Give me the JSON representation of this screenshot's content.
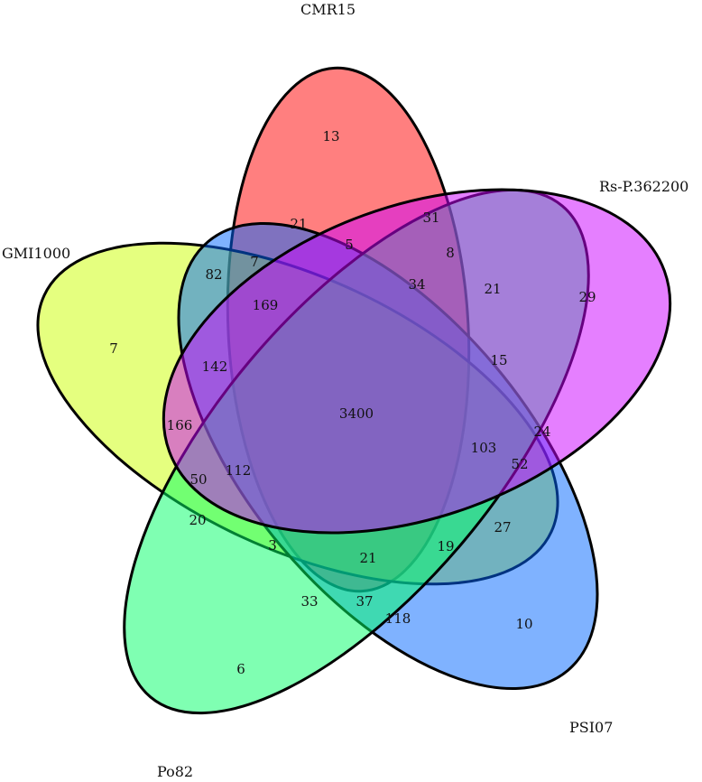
{
  "sets": [
    {
      "id": "cmr15",
      "name": "CMR15",
      "color": "#ff0000"
    },
    {
      "id": "rsp",
      "name": "Rs-P.362200",
      "color": "#cc00ff"
    },
    {
      "id": "psi07",
      "name": "PSI07",
      "color": "#0066ff"
    },
    {
      "id": "po82",
      "name": "Po82",
      "color": "#00ff66"
    },
    {
      "id": "gmi1000",
      "name": "GMI1000",
      "color": "#ccff00"
    }
  ],
  "regions": [
    {
      "id": "cmr15-only",
      "value": "13"
    },
    {
      "id": "rsp-only",
      "value": "29"
    },
    {
      "id": "psi07-only",
      "value": "10"
    },
    {
      "id": "po82-only",
      "value": "6"
    },
    {
      "id": "gmi1000-only",
      "value": "7"
    },
    {
      "id": "r21-top",
      "value": "21"
    },
    {
      "id": "r31",
      "value": "31"
    },
    {
      "id": "r5",
      "value": "5"
    },
    {
      "id": "r8",
      "value": "8"
    },
    {
      "id": "r82",
      "value": "82"
    },
    {
      "id": "r7",
      "value": "7"
    },
    {
      "id": "r34",
      "value": "34"
    },
    {
      "id": "r21-right",
      "value": "21"
    },
    {
      "id": "r169",
      "value": "169"
    },
    {
      "id": "r142",
      "value": "142"
    },
    {
      "id": "r15",
      "value": "15"
    },
    {
      "id": "r166",
      "value": "166"
    },
    {
      "id": "r3400",
      "value": "3400"
    },
    {
      "id": "r24",
      "value": "24"
    },
    {
      "id": "r103",
      "value": "103"
    },
    {
      "id": "r52",
      "value": "52"
    },
    {
      "id": "r50",
      "value": "50"
    },
    {
      "id": "r112",
      "value": "112"
    },
    {
      "id": "r20",
      "value": "20"
    },
    {
      "id": "r27",
      "value": "27"
    },
    {
      "id": "r3",
      "value": "3"
    },
    {
      "id": "r21-bottom",
      "value": "21"
    },
    {
      "id": "r19",
      "value": "19"
    },
    {
      "id": "r33",
      "value": "33"
    },
    {
      "id": "r37",
      "value": "37"
    },
    {
      "id": "r118",
      "value": "118"
    }
  ]
}
